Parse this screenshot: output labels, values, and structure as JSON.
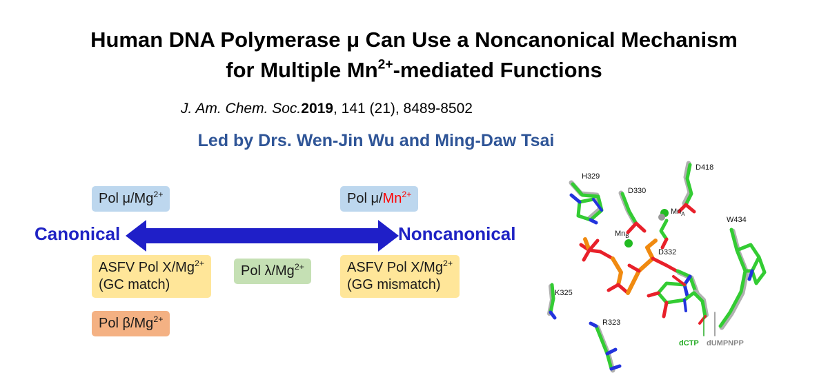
{
  "title": {
    "line1": "Human DNA Polymerase μ Can Use a Noncanonical Mechanism",
    "line2_prefix": "for Multiple Mn",
    "line2_sup": "2+",
    "line2_suffix": "-mediated Functions"
  },
  "citation": {
    "journal": "J. Am. Chem. Soc.",
    "year": "2019",
    "rest": ", 141 (21), 8489-8502"
  },
  "led_by": "Led by Drs. Wen-Jin Wu and Ming-Daw Tsai",
  "scheme": {
    "left_label": "Canonical",
    "right_label": "Noncanonical",
    "boxes": {
      "pol_mu_mg": {
        "base": "Pol μ/Mg",
        "sup": "2+"
      },
      "pol_mu_mn": {
        "base": "Pol μ/",
        "metal": "Mn",
        "sup": "2+"
      },
      "asfv_gc": {
        "line1": "ASFV Pol X/Mg",
        "sup": "2+",
        "line2": "(GC match)"
      },
      "pol_lambda": {
        "base": "Pol λ/Mg",
        "sup": "2+"
      },
      "asfv_gg": {
        "line1": "ASFV Pol X/Mg",
        "sup": "2+",
        "line2": "(GG mismatch)"
      },
      "pol_beta": {
        "base": "Pol β/Mg",
        "sup": "2+"
      }
    },
    "colors": {
      "arrow": "#1f1fc8",
      "label": "#1f23c4",
      "blue_box": "#bdd7ee",
      "yellow_box": "#ffe699",
      "green_box": "#c5e0b4",
      "orange_box": "#f4b183",
      "mn_red": "#ff0000"
    }
  },
  "structure": {
    "labels": {
      "h329": "H329",
      "d330": "D330",
      "d418": "D418",
      "mn_a_base": "Mn",
      "mn_a_sub": "A",
      "mn_b_base": "Mn",
      "mn_b_sub": "B",
      "w434": "W434",
      "d332": "D332",
      "k325": "K325",
      "r323": "R323",
      "dctp": "dCTP",
      "dumpnpp": "dUMPNPP"
    },
    "colors": {
      "carbon_green": "#33cc33",
      "carbon_gray": "#b0b0b0",
      "oxygen": "#e8202a",
      "nitrogen": "#2233dd",
      "phosphorus": "#f08a10",
      "metal": "#22bb22",
      "dctp_label": "#22aa22",
      "dumpnpp_label": "#888888"
    }
  }
}
